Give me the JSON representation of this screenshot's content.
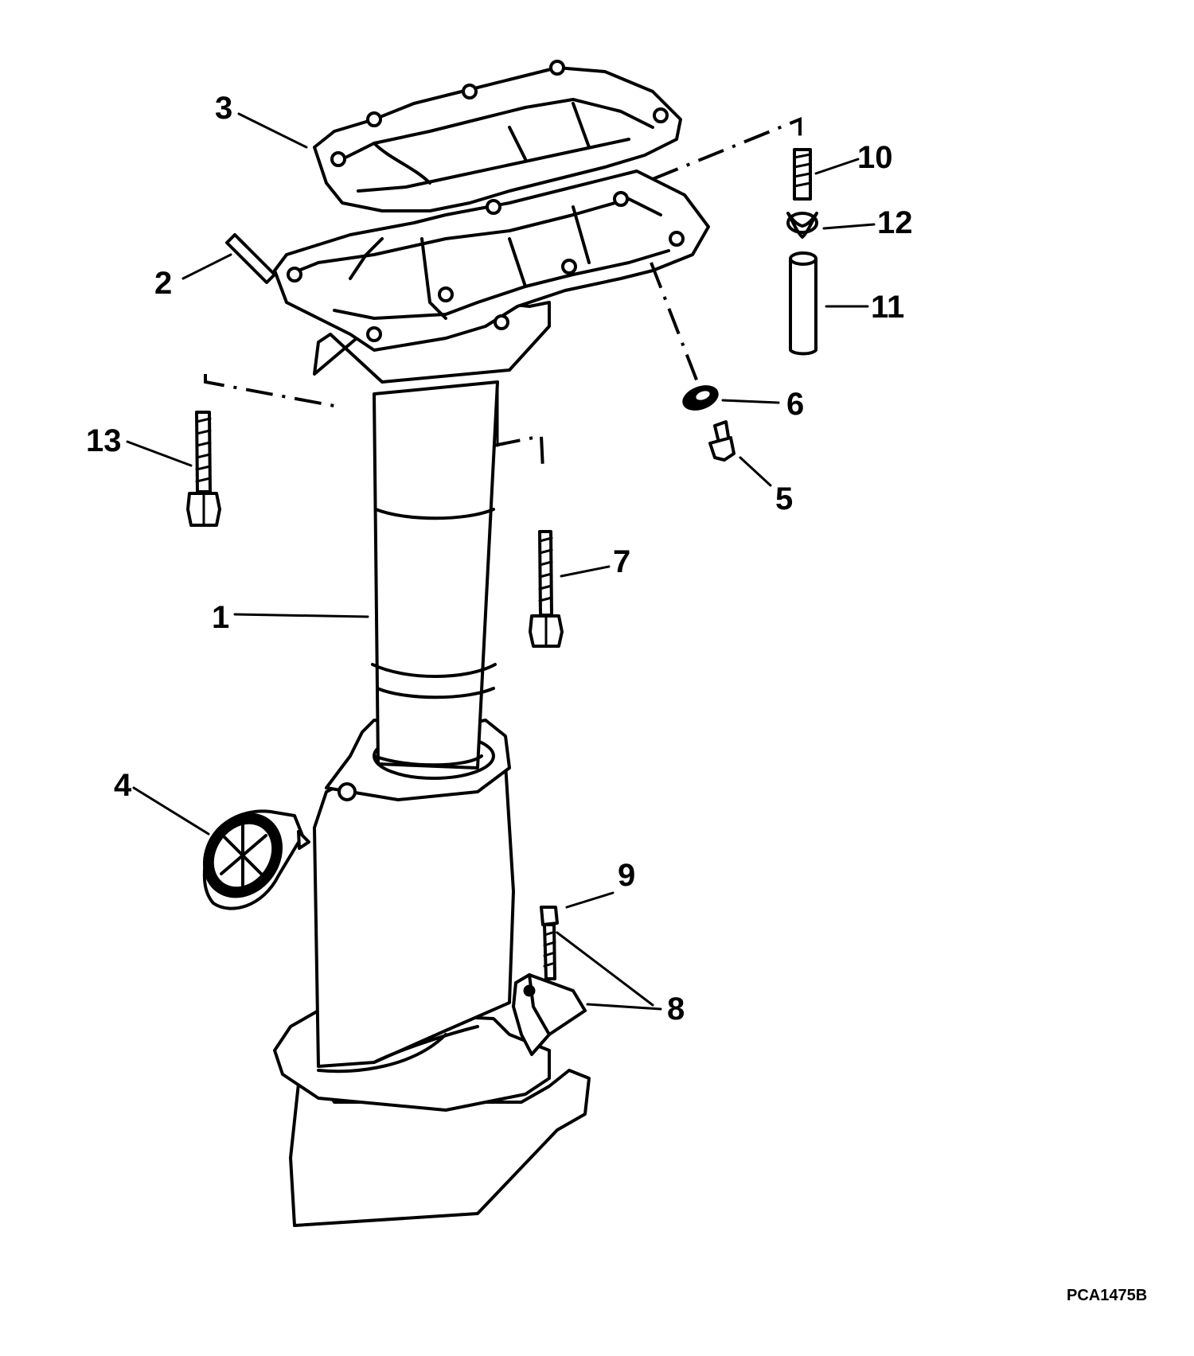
{
  "figure_code": "PCA1475B",
  "callouts": {
    "c1": "1",
    "c2": "2",
    "c3": "3",
    "c4": "4",
    "c5": "5",
    "c6": "6",
    "c7": "7",
    "c8": "8",
    "c9": "9",
    "c10": "10",
    "c11": "11",
    "c12": "12",
    "c13": "13"
  },
  "colors": {
    "ink": "#000000",
    "paper": "#ffffff"
  }
}
